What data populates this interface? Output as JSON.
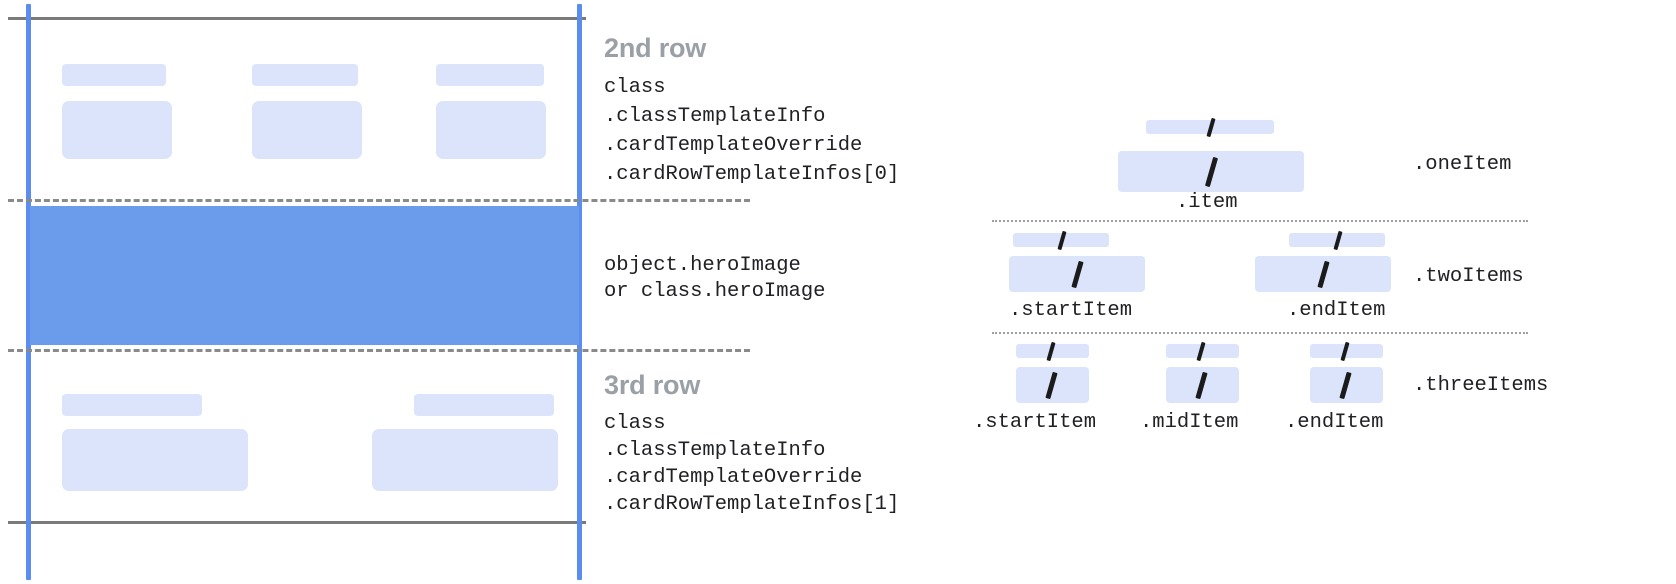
{
  "left_panel": {
    "second_row": {
      "title": "2nd row",
      "code_lines": [
        "class",
        ".classTemplateInfo",
        ".cardTemplateOverride",
        ".cardRowTemplateInfos[0]"
      ]
    },
    "hero": {
      "code_lines": [
        "object.heroImage",
        "or class.heroImage"
      ]
    },
    "third_row": {
      "title": "3rd row",
      "code_lines": [
        "class",
        ".classTemplateInfo",
        ".cardTemplateOverride",
        ".cardRowTemplateInfos[1]"
      ]
    }
  },
  "right_panel": {
    "groups": [
      {
        "name": ".oneItem",
        "items": [
          ".item"
        ]
      },
      {
        "name": ".twoItems",
        "items": [
          ".startItem",
          ".endItem"
        ]
      },
      {
        "name": ".threeItems",
        "items": [
          ".startItem",
          ".midItem",
          ".endItem"
        ]
      }
    ]
  },
  "colors": {
    "guide_line": "#5b8def",
    "hero_fill": "#6b9ceb",
    "placeholder_fill": "#dbe4fb",
    "rule": "#7a7a7a",
    "row_title": "#9aa0a6",
    "code_text": "#202124"
  }
}
